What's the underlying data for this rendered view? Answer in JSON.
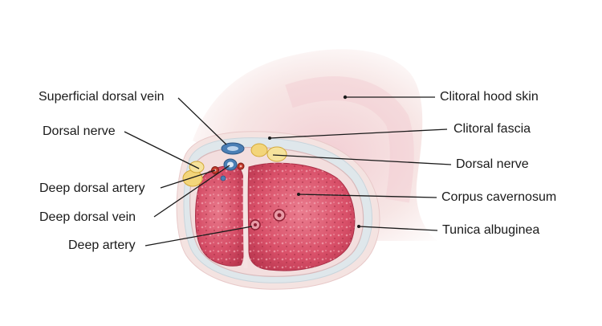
{
  "diagram": {
    "labels_left": [
      {
        "id": "superficial-dorsal-vein",
        "text": "Superficial dorsal vein"
      },
      {
        "id": "dorsal-nerve-left",
        "text": "Dorsal nerve"
      },
      {
        "id": "deep-dorsal-artery",
        "text": "Deep dorsal artery"
      },
      {
        "id": "deep-dorsal-vein",
        "text": "Deep dorsal vein"
      },
      {
        "id": "deep-artery",
        "text": "Deep artery"
      }
    ],
    "labels_right": [
      {
        "id": "clitoral-hood-skin",
        "text": "Clitoral hood skin"
      },
      {
        "id": "clitoral-fascia",
        "text": "Clitoral fascia"
      },
      {
        "id": "dorsal-nerve-right",
        "text": "Dorsal nerve"
      },
      {
        "id": "corpus-cavernosum",
        "text": "Corpus cavernosum"
      },
      {
        "id": "tunica-albuginea",
        "text": "Tunica albuginea"
      }
    ],
    "colors": {
      "skin": "#f6e4e2",
      "fascia": "#dfe6ea",
      "tunica": "#f1dcdc",
      "cavernosum": "#d9566e",
      "cavernosum_dark": "#b93650",
      "nerve": "#f3d57a",
      "vein": "#4a7fb5",
      "artery": "#c0392b",
      "leader_line": "#1a1a1a"
    }
  }
}
